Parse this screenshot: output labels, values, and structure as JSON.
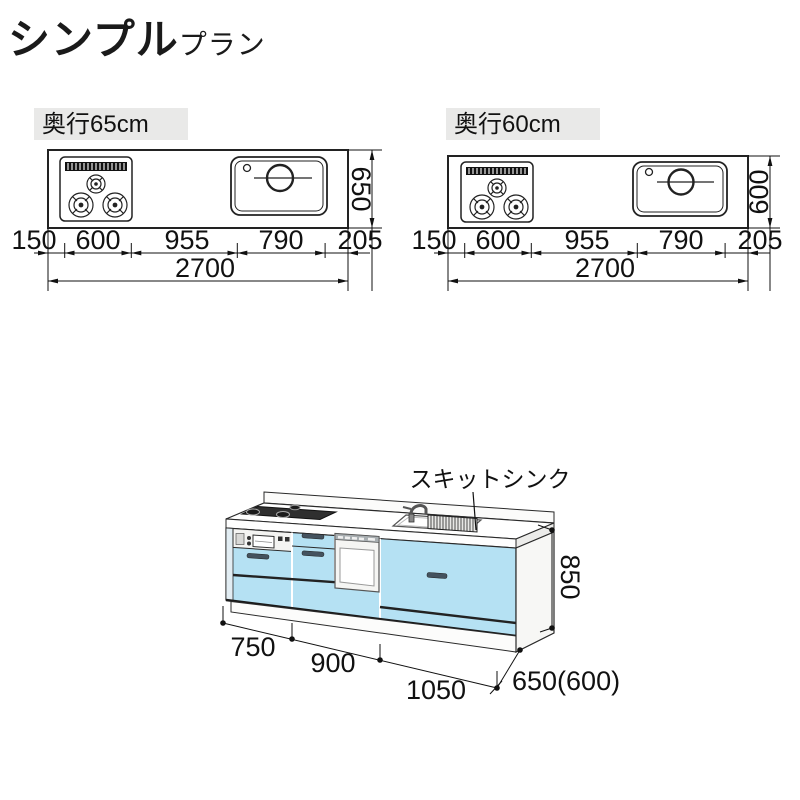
{
  "title": {
    "main": "シンプル",
    "sub": "プラン"
  },
  "plans": [
    {
      "depth_label": "奥行65cm",
      "height_dim": "650",
      "seg_dims": [
        "150",
        "600",
        "955",
        "790",
        "205"
      ],
      "total_dim": "2700"
    },
    {
      "depth_label": "奥行60cm",
      "height_dim": "600",
      "seg_dims": [
        "150",
        "600",
        "955",
        "790",
        "205"
      ],
      "total_dim": "2700"
    }
  ],
  "elevation": {
    "sink_callout": "スキットシンク",
    "height_dim": "850",
    "bottom_dims": [
      "750",
      "900",
      "1050"
    ],
    "depth_dim": "650(600)"
  },
  "icons": {
    "stove_top": "three-burner-cooktop",
    "grill": "hatched-grill-strip",
    "sink_top": "sink-basin-with-faucet-hole",
    "faucet": "gooseneck-faucet",
    "sink_basket": "hatched-wire-basket"
  },
  "colors": {
    "cabinet_blue": "#b5e1f3",
    "cabinet_blue_light": "#e2edf3",
    "label_bg": "#e9e9e8",
    "line": "#1a1a1a",
    "handle": "#44525e"
  }
}
